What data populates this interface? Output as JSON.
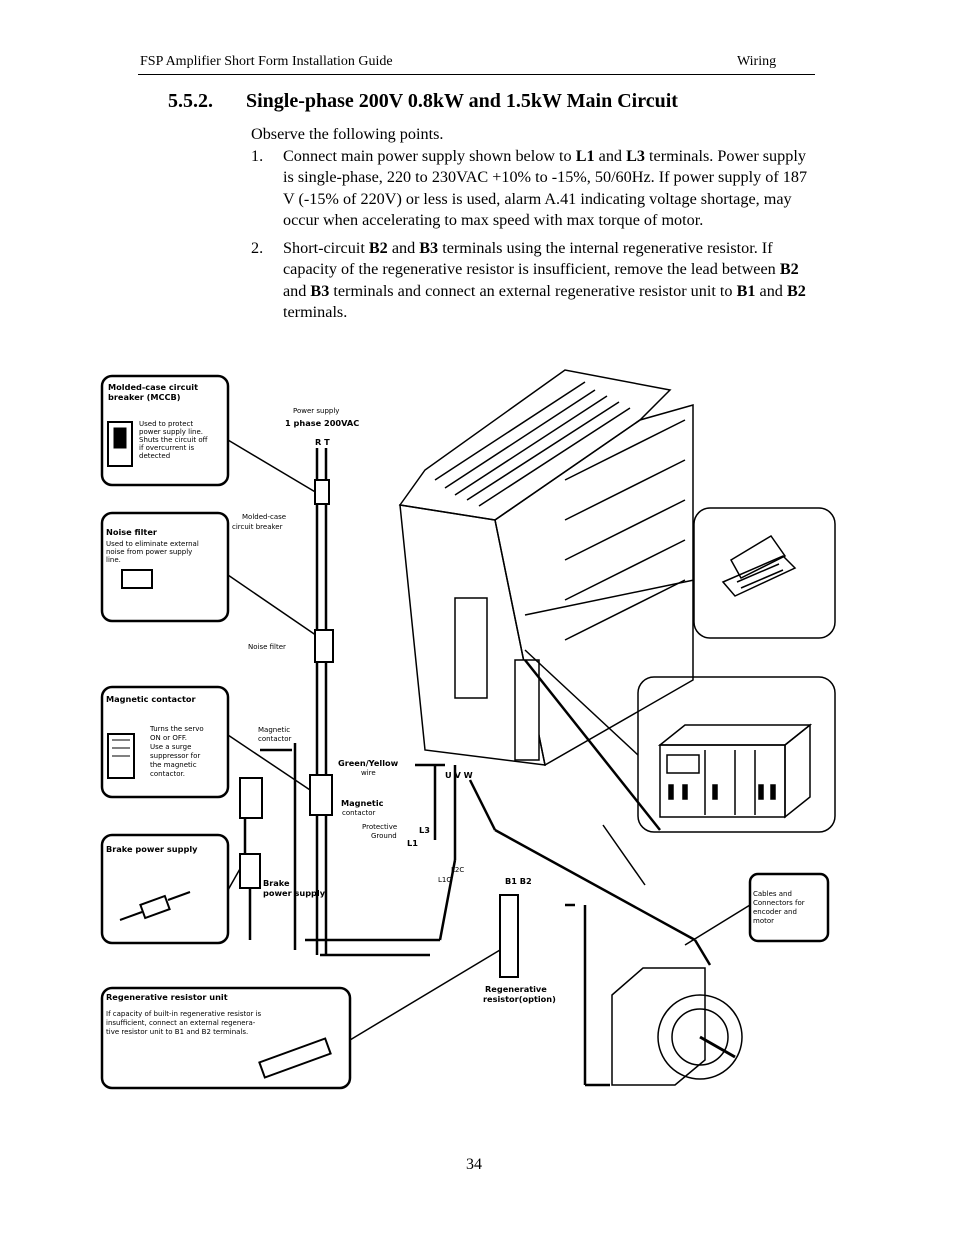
{
  "header": {
    "left": "FSP Amplifier Short Form Installation Guide",
    "right": "Wiring"
  },
  "section": {
    "number": "5.5.2.",
    "title": "Single-phase 200V 0.8kW and 1.5kW  Main Circuit"
  },
  "intro": "Observe the following points.",
  "items": [
    {
      "num": "1.",
      "parts": [
        "Connect main power supply shown below to ",
        "L1",
        " and ",
        "L3",
        " terminals. Power supply is single-phase, 220 to 230VAC +10% to -15%, 50/60Hz. If power supply of 187 V (-15% of 220V) or less is used, alarm A.41 indicating voltage shortage, may occur when accelerating to max speed with max torque of motor."
      ]
    },
    {
      "num": "2.",
      "parts": [
        "Short-circuit ",
        "B2",
        " and ",
        "B3",
        " terminals using the internal regenerative resistor. If capacity of the regenerative resistor is insufficient, remove the lead between ",
        "B2",
        " and ",
        "B3",
        " terminals and connect an external regenerative resistor unit to ",
        "B1",
        " and ",
        "B2",
        " terminals."
      ]
    }
  ],
  "figure": {
    "mccb_box": [
      "Molded-case circuit",
      "breaker (MCCB)",
      "Used to protect",
      "power supply line.",
      "Shuts the circuit off",
      "if overcurrent is",
      "detected"
    ],
    "filter_box": [
      "Noise filter",
      "Used to eliminate external",
      "noise from power supply",
      "line."
    ],
    "contactor_box": [
      "Magnetic contactor",
      "Turns the servo",
      "ON or OFF.",
      "Use a surge",
      "suppressor for",
      "the magnetic",
      "contactor."
    ],
    "brake_box": [
      "Brake power supply"
    ],
    "regen_box": [
      "Regenerative resistor unit",
      "If capacity of built-in regenerative resistor is",
      "insufficient, connect an external regenera-",
      "tive resistor unit to B1 and B2 terminals."
    ],
    "cable_box": [
      "Cables and",
      "Connectors for",
      "encoder and",
      "motor"
    ],
    "power_supply_label": [
      "Power supply",
      "1 phase 200VAC"
    ],
    "rt_label": "R T",
    "mccb_label": [
      "Molded-case",
      "circuit breaker"
    ],
    "noise_filter_label": "Noise filter",
    "mag_contactor_label_a": [
      "Magnetic",
      "contactor"
    ],
    "green_yellow_label": [
      "Green/Yellow",
      "wire"
    ],
    "mag_contactor_label_b": [
      "Magnetic",
      "contactor"
    ],
    "protective_ground_label": [
      "Protective",
      "Ground"
    ],
    "uvw_label": "U V W",
    "l3_label": "L3",
    "l1_label": "L1",
    "l1c_label": "L1C",
    "l2c_label": "L2C",
    "b1b2_label": "B1 B2",
    "brake_label": [
      "Brake",
      "power supply"
    ],
    "regen_label": [
      "Regenerative",
      "resistor(option)"
    ]
  },
  "page_number": "34"
}
